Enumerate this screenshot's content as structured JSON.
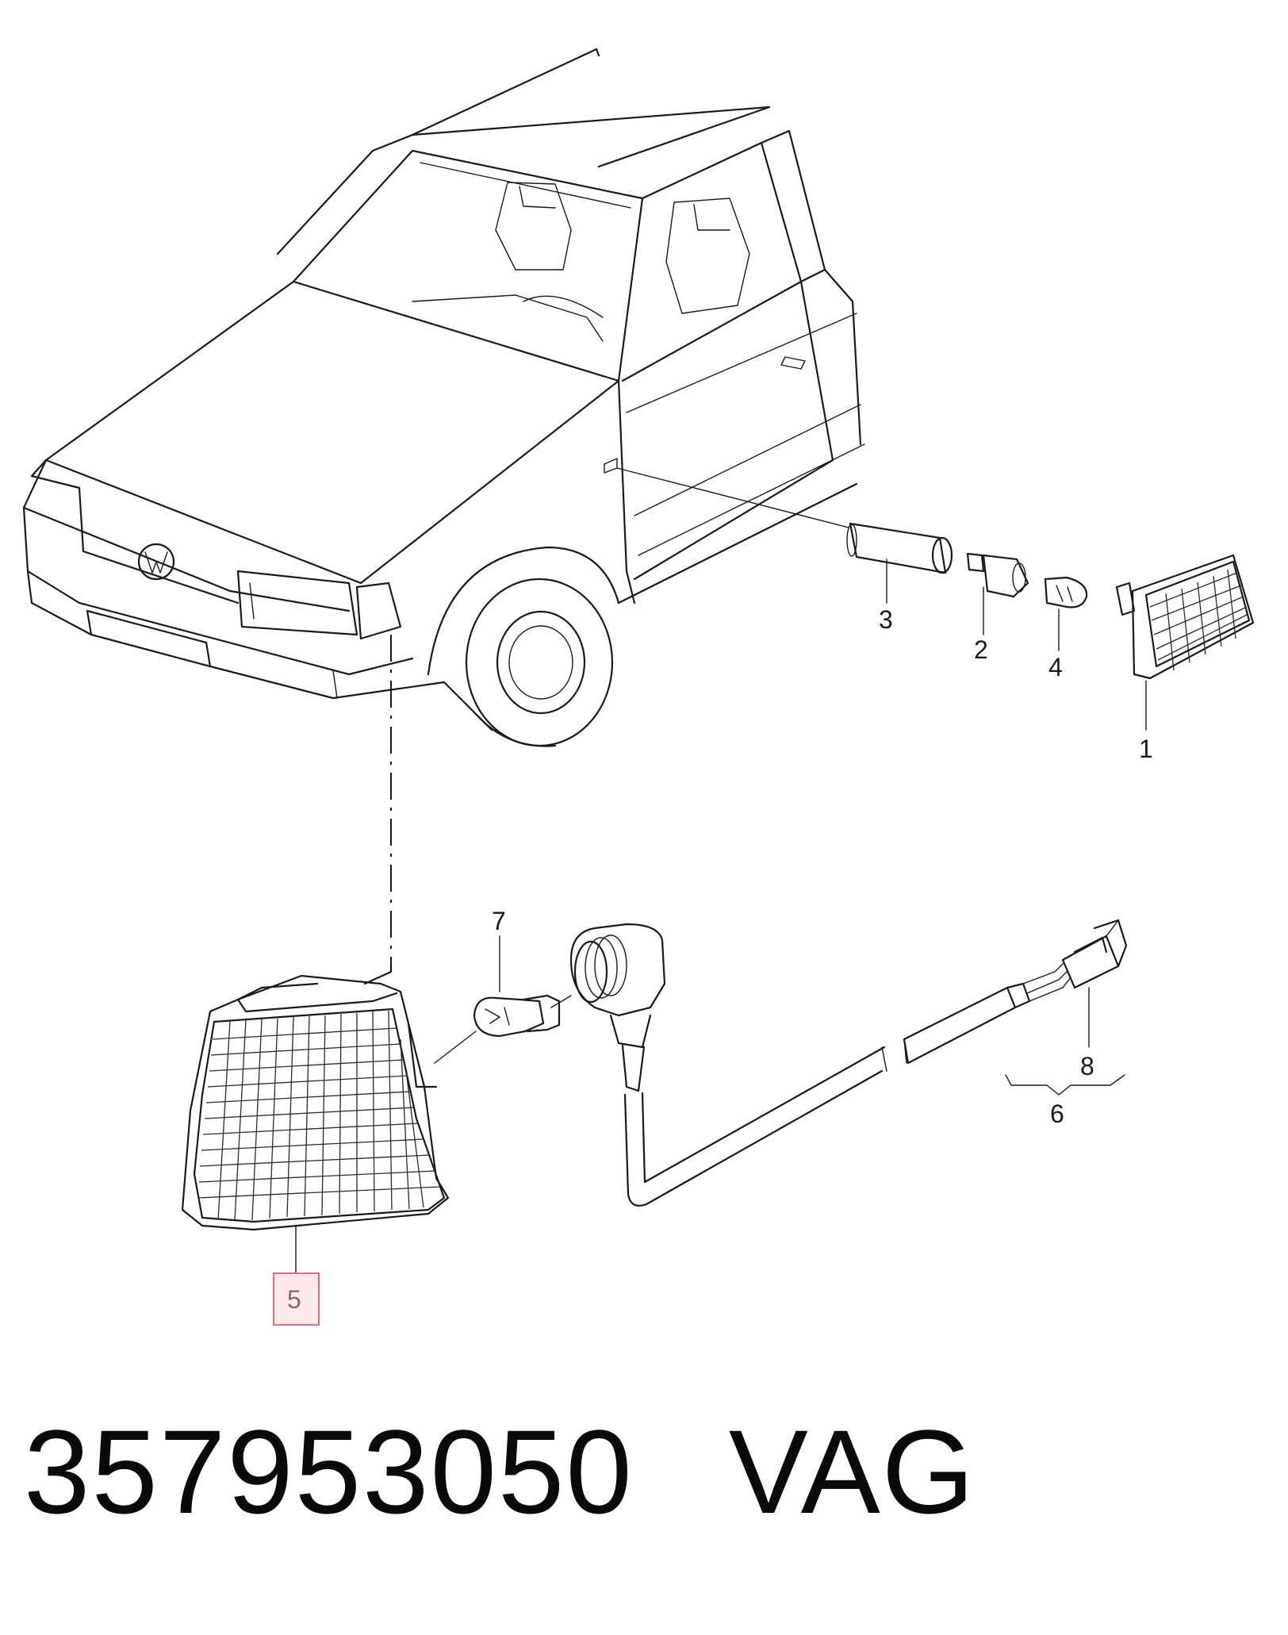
{
  "callouts": {
    "c1": "1",
    "c2": "2",
    "c3": "3",
    "c4": "4",
    "c5": "5",
    "c6": "6",
    "c7": "7",
    "c8": "8"
  },
  "caption": {
    "part_number": "357953050",
    "brand": "VAG"
  },
  "colors": {
    "line": "#1a1a1a",
    "highlight_fill": "#fde8ea",
    "highlight_stroke": "#d9707a"
  }
}
